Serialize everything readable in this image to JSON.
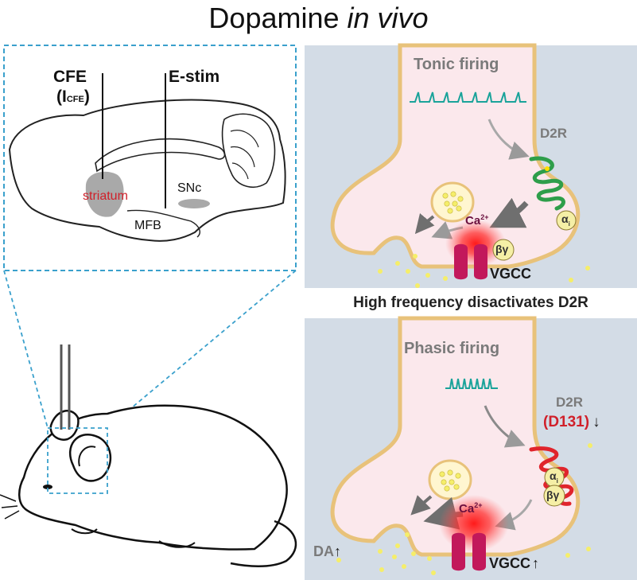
{
  "title": {
    "main": "Dopamine ",
    "italic": "in vivo"
  },
  "brain": {
    "cfe_label": "CFE",
    "cfe_sub_main": "(I",
    "cfe_sub_small": "CFE",
    "cfe_sub_close": ")",
    "estim_label": "E-stim",
    "striatum_label": "striatum",
    "snc_label": "SNc",
    "mfb_label": "MFB"
  },
  "top_panel": {
    "firing_label": "Tonic firing",
    "receptor_label": "D2R",
    "calcium_label": "Ca",
    "calcium_sup": "2+",
    "alpha_label": "α",
    "alpha_sub": "i",
    "betagamma_label": "βγ",
    "channel_label": "VGCC"
  },
  "middle_caption": "High frequency disactivates D2R",
  "bottom_panel": {
    "firing_label": "Phasic firing",
    "receptor_label": "D2R",
    "receptor_arrow": "↓",
    "mutant_label": "(D131)",
    "calcium_label": "Ca",
    "calcium_sup": "2+",
    "alpha_label": "α",
    "alpha_sub": "i",
    "betagamma_label": "βγ",
    "da_label": "DA",
    "da_arrow": "↑",
    "channel_label": "VGCC",
    "channel_arrow": "↑"
  },
  "colors": {
    "panel_bg": "#d3dce6",
    "terminal_fill": "#fbe8ec",
    "terminal_stroke": "#e8c27a",
    "spike_color": "#1aa39a",
    "d2r_top": "#2e9e4a",
    "d2r_bottom": "#e0242c",
    "channel": "#c2185b",
    "calcium_glow": "#ff2020",
    "vesicle": "#f5ee6a",
    "dashed_box": "#3aa0cc"
  }
}
